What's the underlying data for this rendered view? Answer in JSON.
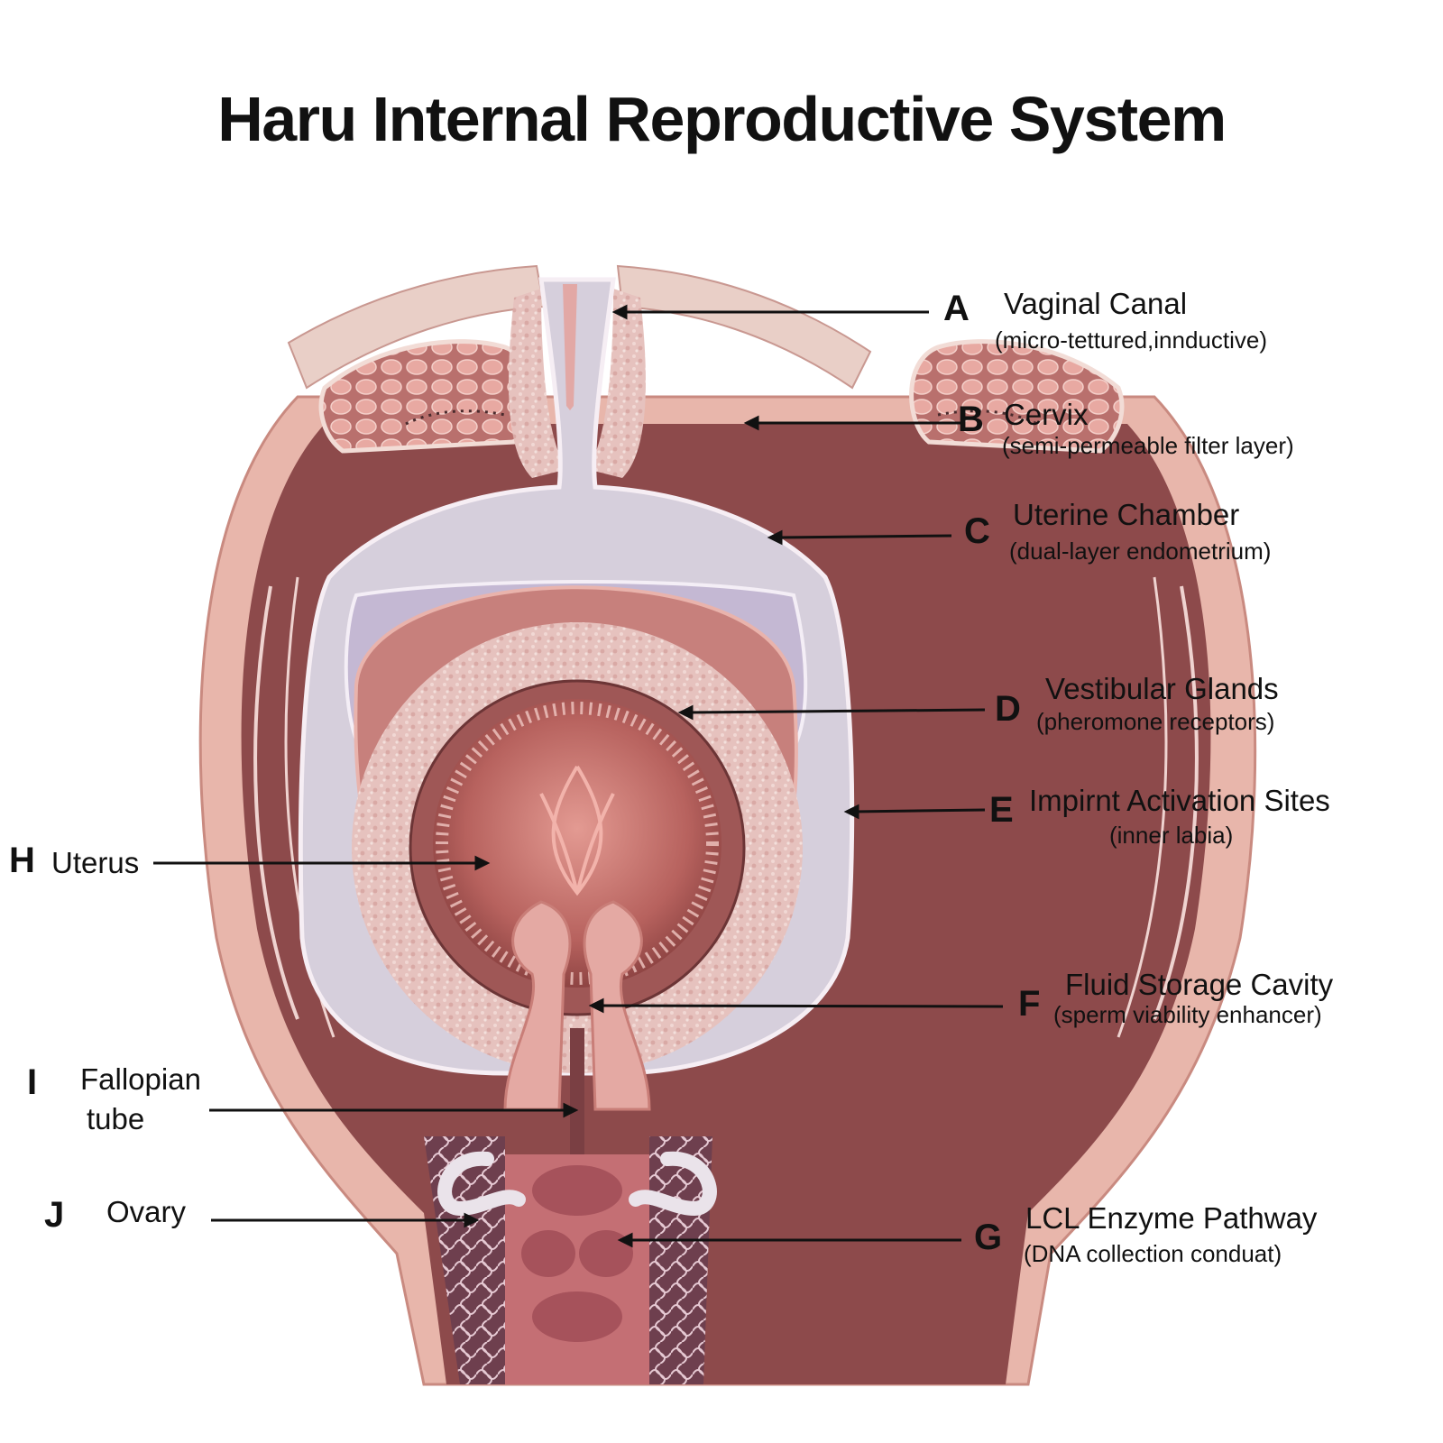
{
  "title": "Haru Internal Reproductive System",
  "colors": {
    "outer_skin": "#e8b6ab",
    "dark_muscle": "#8c4a4a",
    "lavender_fluid": "#d6cfdc",
    "stroke_light": "#f6e6ec",
    "uterus_core": "#b0625f"
  },
  "labels": [
    {
      "id": "A",
      "letter": "A",
      "name": "Vaginal Canal",
      "detail": "(micro-tettured,innductive)"
    },
    {
      "id": "B",
      "letter": "B",
      "name": "Cervix",
      "detail": "(semi-permeable filter layer)"
    },
    {
      "id": "C",
      "letter": "C",
      "name": "Uterine Chamber",
      "detail": "(dual-layer endometrium)"
    },
    {
      "id": "D",
      "letter": "D",
      "name": "Vestibular Glands",
      "detail": "(pheromone receptors)"
    },
    {
      "id": "E",
      "letter": "E",
      "name": "Impirnt Activation Sites",
      "detail": "(inner labia)"
    },
    {
      "id": "F",
      "letter": "F",
      "name": "Fluid Storage Cavity",
      "detail": "(sperm viability enhancer)"
    },
    {
      "id": "G",
      "letter": "G",
      "name": "LCL Enzyme Pathway",
      "detail": "(DNA collection conduat)"
    },
    {
      "id": "H",
      "letter": "H",
      "name": "Uterus",
      "detail": ""
    },
    {
      "id": "I",
      "letter": "I",
      "name": "Fallopian tube",
      "name_line1": "Fallopian",
      "name_line2": "tube",
      "detail": ""
    },
    {
      "id": "J",
      "letter": "J",
      "name": "Ovary",
      "detail": ""
    }
  ]
}
